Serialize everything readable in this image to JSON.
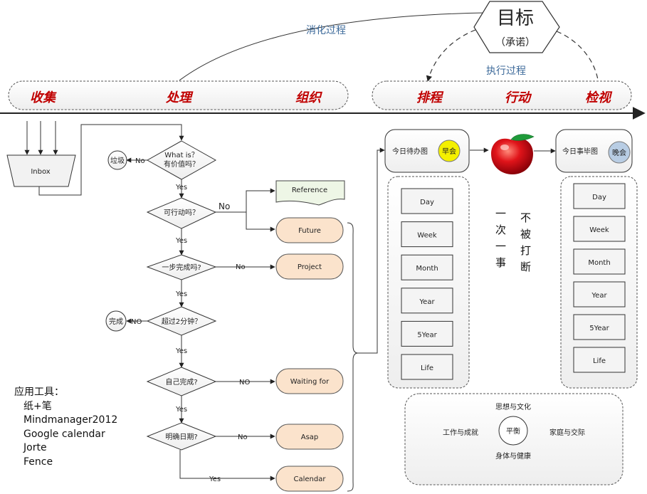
{
  "goal": {
    "title": "目标",
    "subtitle": "（承诺）"
  },
  "arcs": {
    "digest": "消化过程",
    "execute": "执行过程"
  },
  "phases": {
    "collect": "收集",
    "process": "处理",
    "organize": "组织",
    "schedule": "排程",
    "act": "行动",
    "review": "检视"
  },
  "inbox": "Inbox",
  "flow": {
    "q1": [
      "What is？",
      "有价值吗？"
    ],
    "trash": "垃圾",
    "q2": "可行动吗？",
    "q3": "一步完成吗?",
    "q4": "超过2分钟？",
    "done": "完成",
    "q5": "自己完成?",
    "q6": "明确日期?",
    "yes": "Yes",
    "No": "No",
    "NO": "NO",
    "reference": "Reference",
    "future": "Future",
    "project": "Project",
    "waiting": "Waiting for",
    "asap": "Asap",
    "calendar": "Calendar"
  },
  "today_todo": {
    "label": "今日待办图",
    "badge": "早会",
    "badge_color": "#f4f000"
  },
  "today_done": {
    "label": "今日事毕图",
    "badge": "晚会",
    "badge_color": "#b8cde4"
  },
  "periods_left": [
    "Day",
    "Week",
    "Month",
    "Year",
    "5Year",
    "Life"
  ],
  "periods_right": [
    "Day",
    "Week",
    "Month",
    "Year",
    "5Year",
    "Life"
  ],
  "focus_text": {
    "col1": "不被打断",
    "col2": "一次一事"
  },
  "balance": {
    "center": "平衡",
    "top": "思想与文化",
    "left": "工作与成就",
    "right": "家庭与交际",
    "bottom": "身体与健康"
  },
  "tools": {
    "title": "应用工具：",
    "items": [
      "纸+笔",
      "Mindmanager2012",
      "Google calendar",
      "Jorte",
      "Fence"
    ]
  },
  "icons": {
    "apple": "apple-icon"
  }
}
